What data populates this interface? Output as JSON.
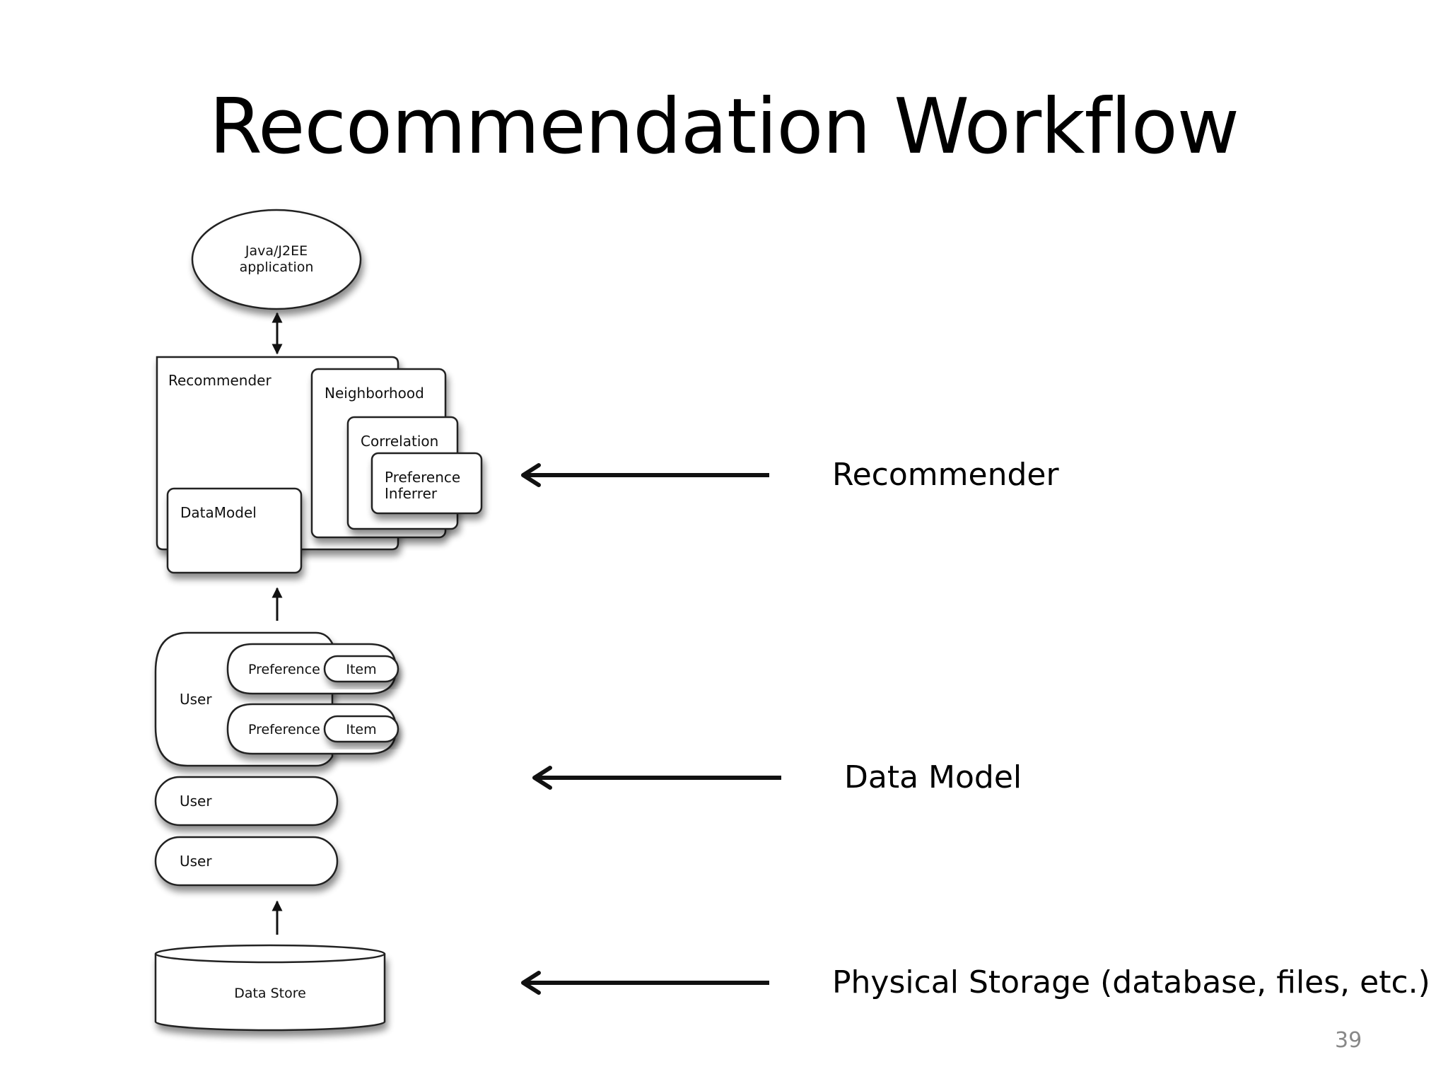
{
  "slide": {
    "title": "Recommendation Workflow",
    "page_number": "39"
  },
  "diagram": {
    "app_node": {
      "line1": "Java/J2EE",
      "line2": "application"
    },
    "recommender_box": "Recommender",
    "neighborhood_box": "Neighborhood",
    "correlation_box": "Correlation",
    "inferrer_box": {
      "line1": "Preference",
      "line2": "Inferrer"
    },
    "datamodel_box": "DataModel",
    "user_group": {
      "user": "User",
      "preferences": [
        {
          "label": "Preference",
          "item": "Item"
        },
        {
          "label": "Preference",
          "item": "Item"
        }
      ]
    },
    "extra_users": [
      "User",
      "User"
    ],
    "data_store": "Data Store"
  },
  "layers": {
    "recommender": "Recommender",
    "data_model": "Data Model",
    "physical_storage": "Physical Storage (database, files, etc.)"
  }
}
